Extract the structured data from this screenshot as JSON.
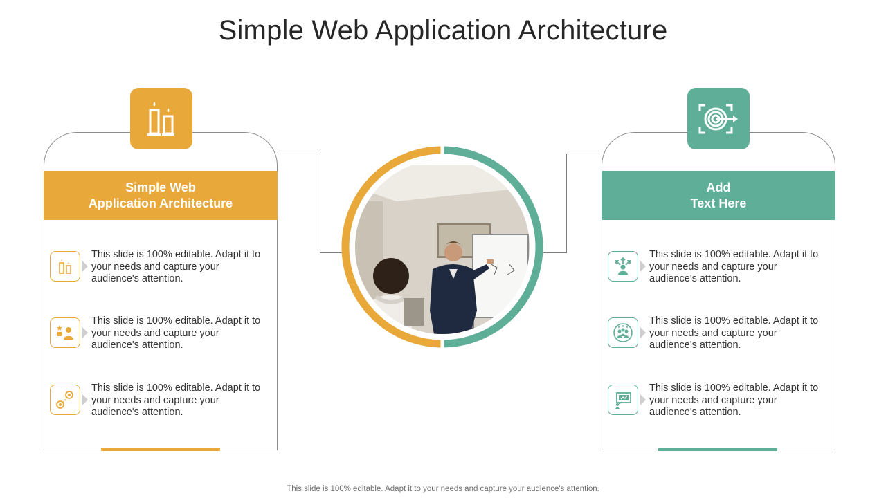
{
  "title": "Simple Web Application Architecture",
  "left_panel": {
    "heading": "Simple Web\nApplication Architecture",
    "head_icon": "candles-icon",
    "items": [
      {
        "icon": "candles-icon",
        "text": "This slide is 100% editable. Adapt it to your needs and capture your audience's attention."
      },
      {
        "icon": "person-rating-icon",
        "text": "This slide is 100% editable. Adapt it to your needs and capture your audience's attention."
      },
      {
        "icon": "goal-path-icon",
        "text": "This slide is 100% editable. Adapt it to your needs and capture your audience's attention."
      }
    ]
  },
  "right_panel": {
    "heading": "Add\nText Here",
    "head_icon": "target-icon",
    "items": [
      {
        "icon": "person-arrows-icon",
        "text": "This slide is 100% editable. Adapt it to your needs and capture your audience's attention."
      },
      {
        "icon": "team-circle-icon",
        "text": "This slide is 100% editable. Adapt it to your needs and capture your audience's attention."
      },
      {
        "icon": "presentation-board-icon",
        "text": "This slide is 100% editable. Adapt it to your needs and capture your audience's attention."
      }
    ]
  },
  "center_image": {
    "subject": "presenter-at-whiteboard-photo"
  },
  "colors": {
    "accent_orange": "#e8a93a",
    "accent_teal": "#5fae98"
  },
  "footer": "This slide is 100% editable. Adapt it to your needs and capture your audience's attention."
}
